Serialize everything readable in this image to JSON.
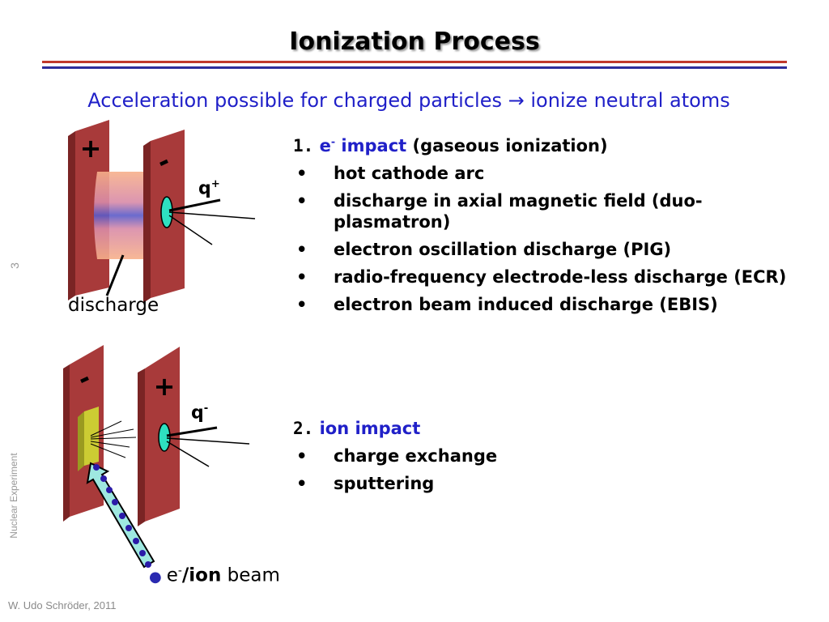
{
  "slide": {
    "title": "Ionization Process",
    "subtitle_part1": "Acceleration possible for charged particles ",
    "subtitle_arrow": "→",
    "subtitle_part2": " ionize neutral atoms",
    "slide_number": "3",
    "course": "Nuclear Experiment",
    "footer": "W. Udo Schröder, 2011"
  },
  "diagram": {
    "top_plate_left_sign": "+",
    "top_plate_right_sign": "-",
    "top_ion_label": "q",
    "top_ion_charge": "+",
    "discharge_label": "discharge",
    "bottom_plate_left_sign": "-",
    "bottom_plate_right_sign": "+",
    "bottom_ion_label": "q",
    "bottom_ion_charge": "-",
    "beam_label_prefix": "e",
    "beam_label_sup": "-",
    "beam_label_ion": "/ion",
    "beam_label_suffix": " beam",
    "colors": {
      "plate": "#a83a3a",
      "plate_side": "#7a2424",
      "target": "#cccc33",
      "ion": "#2ee0c0",
      "beam": "#9ee8e0",
      "beam_dots": "#2a1aa8"
    }
  },
  "section1": {
    "number": "1.",
    "e_label": "e",
    "e_sup": "-",
    "impact": " impact",
    "paren": " (gaseous ionization)",
    "items": [
      "hot cathode arc",
      "discharge in axial magnetic field (duo-plasmatron)",
      "electron oscillation discharge (PIG)",
      "radio-frequency electrode-less discharge (ECR)",
      "electron beam induced discharge (EBIS)"
    ]
  },
  "section2": {
    "number": "2.",
    "heading": "ion impact",
    "items": [
      "charge exchange",
      "sputtering"
    ]
  }
}
